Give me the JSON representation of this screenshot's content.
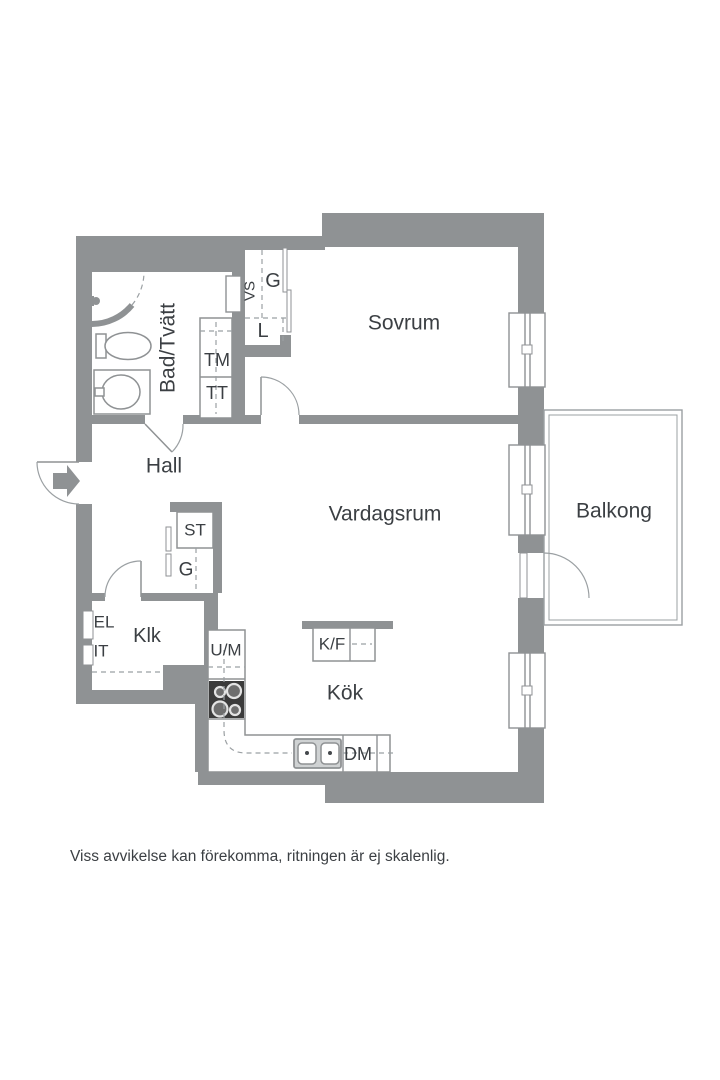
{
  "colors": {
    "wall": "#8f9294",
    "line": "#9ba0a3",
    "text": "#3b3f43",
    "stove": "#3b3b3b"
  },
  "rooms": {
    "bad_tvatt": "Bad/Tvätt",
    "sovrum": "Sovrum",
    "hall": "Hall",
    "vardagsrum": "Vardagsrum",
    "balkong": "Balkong",
    "klk": "Klk",
    "kok": "Kök"
  },
  "fixtures": {
    "vs": "VS",
    "g_wardrobe": "G",
    "l_linen": "L",
    "tm": "TM",
    "tt": "TT",
    "st": "ST",
    "g_hall": "G",
    "el": "EL",
    "it": "IT",
    "um": "U/M",
    "kf": "K/F",
    "dm": "DM"
  },
  "footer": {
    "disclaimer": "Viss avvikelse kan förekomma, ritningen är ej skalenlig."
  }
}
